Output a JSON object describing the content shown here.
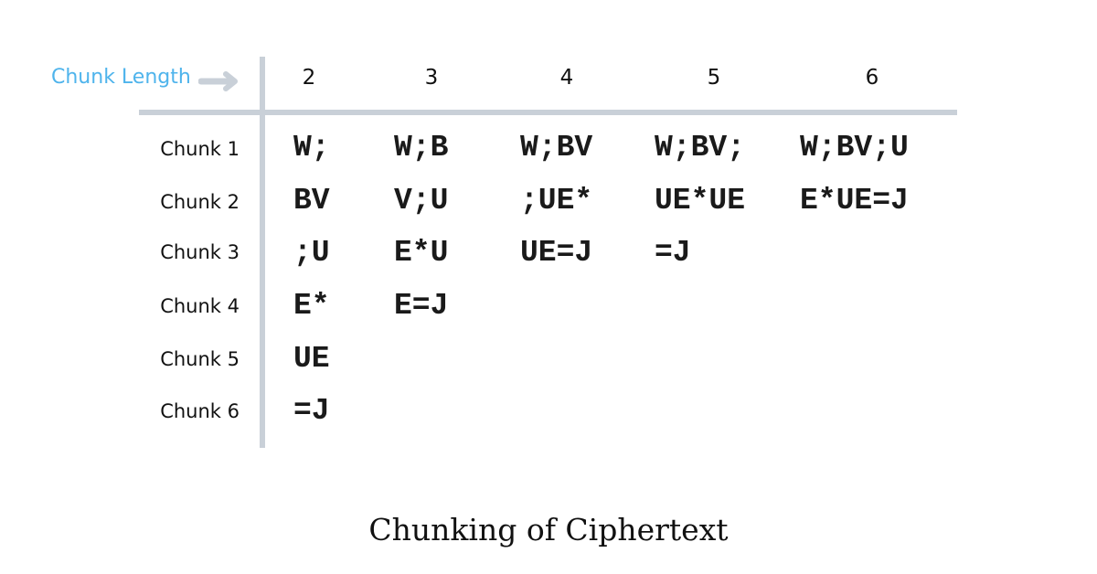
{
  "header": {
    "axis_label": "Chunk Length",
    "columns": [
      "2",
      "3",
      "4",
      "5",
      "6"
    ]
  },
  "rows": {
    "labels": [
      "Chunk 1",
      "Chunk 2",
      "Chunk 3",
      "Chunk 4",
      "Chunk 5",
      "Chunk 6"
    ]
  },
  "cells": {
    "c2": [
      "W;",
      "BV",
      ";U",
      "E*",
      "UE",
      "=J"
    ],
    "c3": [
      "W;B",
      "V;U",
      "E*U",
      "E=J"
    ],
    "c4": [
      "W;BV",
      ";UE*",
      "UE=J"
    ],
    "c5": [
      "W;BV;",
      "UE*UE",
      "=J"
    ],
    "c6": [
      "W;BV;U",
      "E*UE=J"
    ]
  },
  "caption": "Chunking of Ciphertext",
  "colors": {
    "accent": "#4fb4ec",
    "grid": "#c9d0d8",
    "text": "#111111"
  },
  "icons": {
    "arrow": "arrow-right-icon"
  }
}
